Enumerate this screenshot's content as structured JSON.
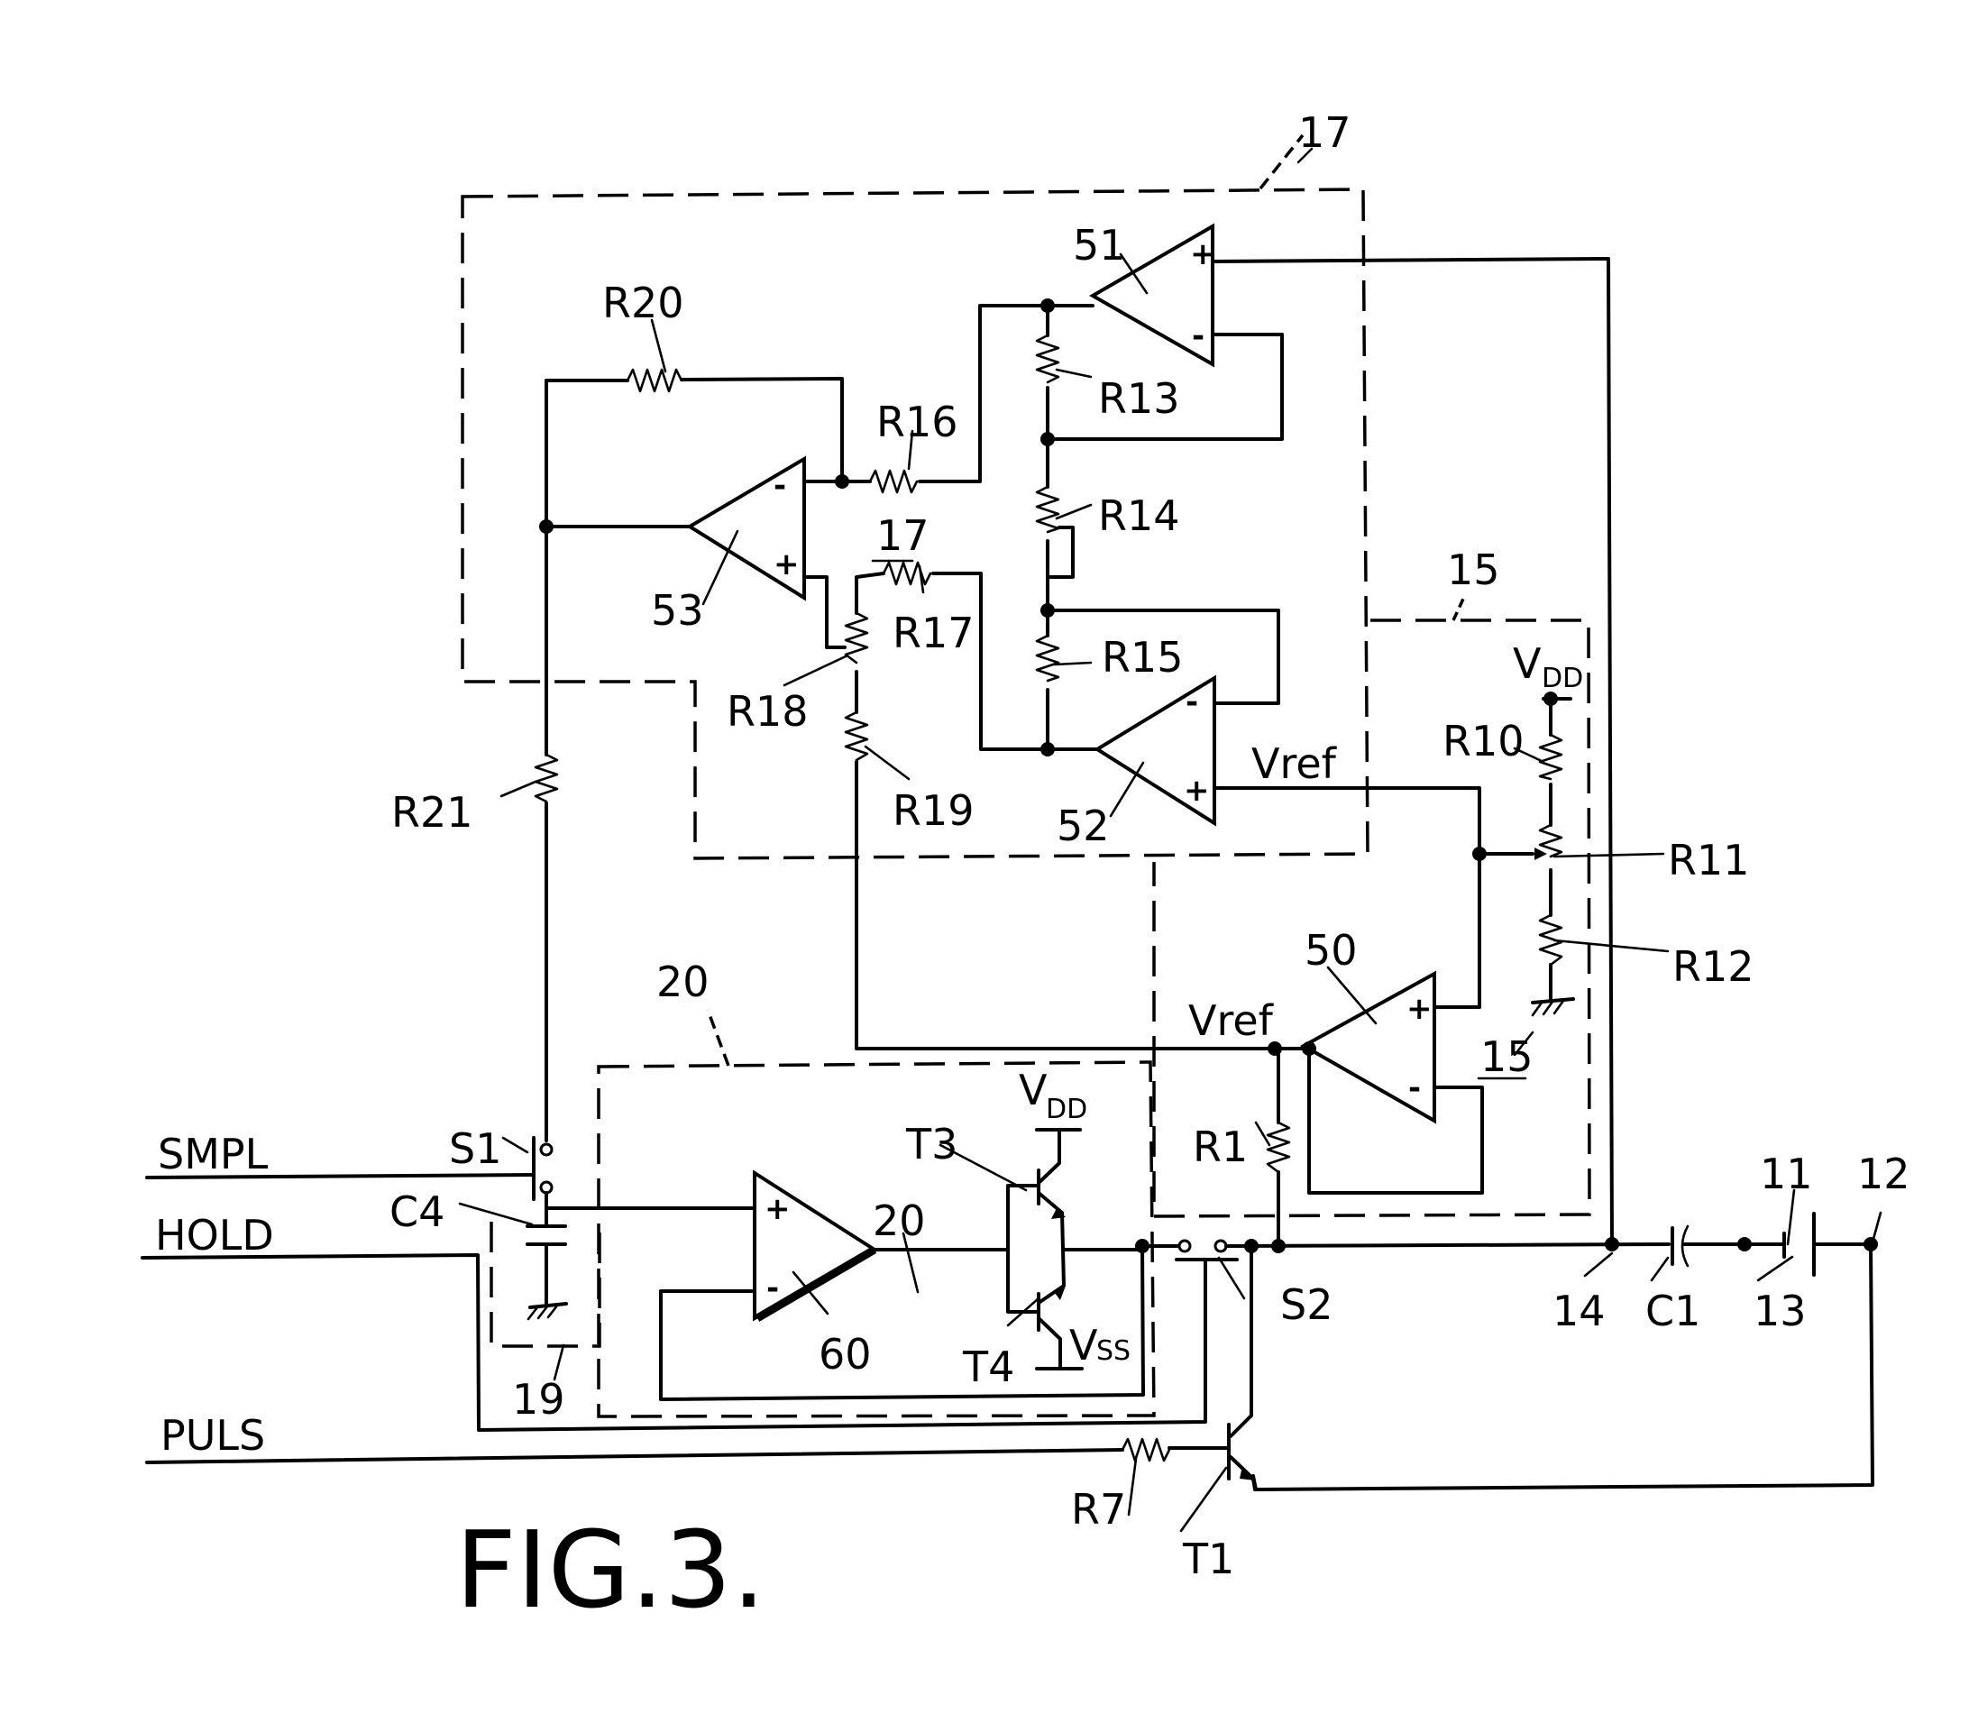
{
  "figure": {
    "title": "FIG.3.",
    "type": "circuit schematic"
  },
  "signals": {
    "smpl": "SMPL",
    "hold": "HOLD",
    "puls": "PULS"
  },
  "blocks": {
    "b17": "17",
    "b17_inner": "17",
    "b15": "15",
    "b15_inner": "15",
    "b20": "20",
    "b20_inner": "20",
    "b19": "19"
  },
  "opamps": {
    "a50": "50",
    "a51": "51",
    "a52": "52",
    "a53": "53",
    "a60": "60",
    "plus": "+",
    "minus": "-"
  },
  "resistors": {
    "r1": "R1",
    "r7": "R7",
    "r10": "R10",
    "r11": "R11",
    "r12": "R12",
    "r13": "R13",
    "r14": "R14",
    "r15": "R15",
    "r16": "R16",
    "r17": "R17",
    "r18": "R18",
    "r19": "R19",
    "r20": "R20",
    "r21": "R21"
  },
  "components": {
    "c1": "C1",
    "c4": "C4",
    "s1": "S1",
    "s2": "S2",
    "t1": "T1",
    "t3": "T3",
    "t4": "T4"
  },
  "nodes": {
    "n11": "11",
    "n12": "12",
    "n13": "13",
    "n14": "14"
  },
  "supplies": {
    "vref_top": "Vref",
    "vref_bottom": "Vref",
    "vdd_main": "V",
    "vdd_sub": "DD",
    "vdd2_main": "V",
    "vdd2_sub": "DD",
    "vss_main": "V",
    "vss_sub": "SS"
  }
}
